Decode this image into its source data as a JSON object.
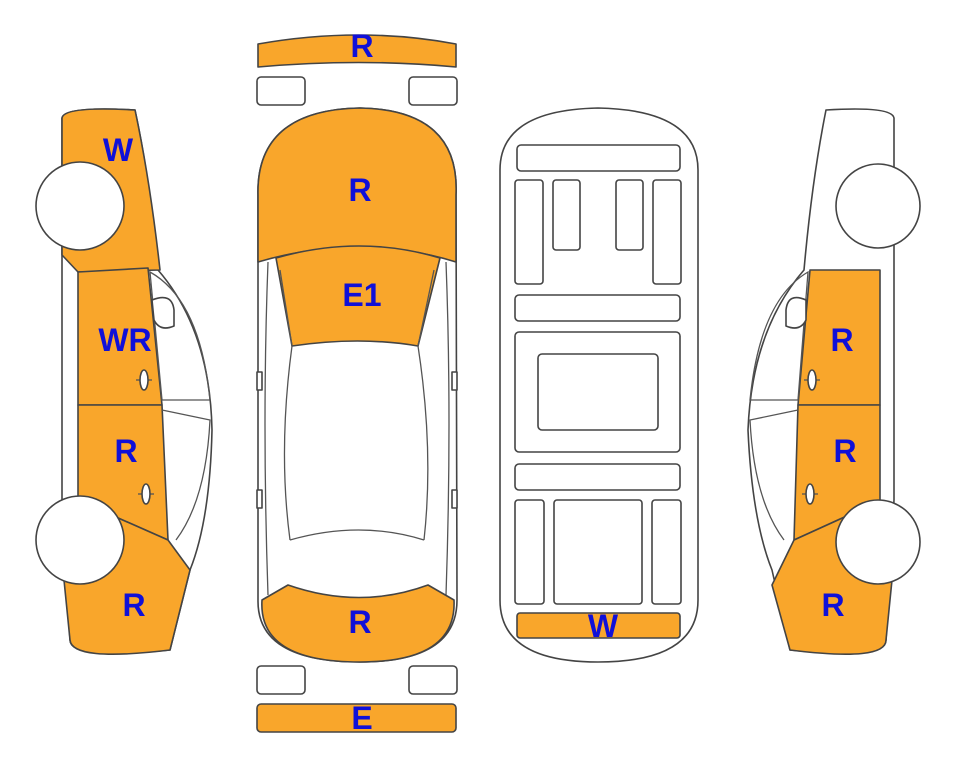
{
  "colors": {
    "damage_fill": "#F9A62B",
    "label": "#1010D8",
    "outline": "#444444",
    "body": "#FFFFFF"
  },
  "views": {
    "front_bumper": "R",
    "hood": "R",
    "windshield": "E1",
    "roof_rear": "R",
    "rear_bumper": "E",
    "underbody_rear": "W",
    "left_front_fender": "W",
    "left_front_door": "WR",
    "left_rear_door": "R",
    "left_quarter": "R",
    "right_front_door": "R",
    "right_rear_door": "R",
    "right_quarter": "R"
  }
}
